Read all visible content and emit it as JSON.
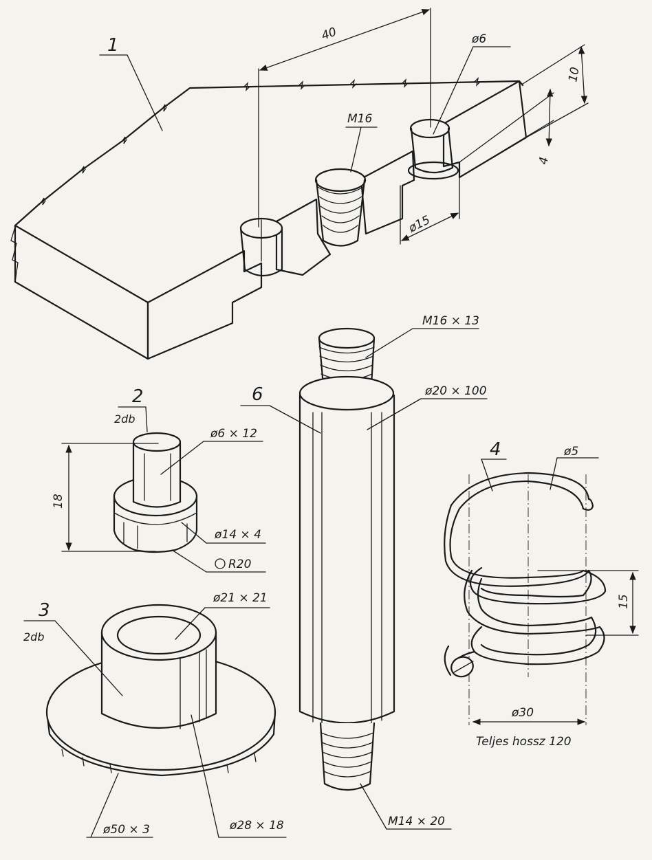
{
  "parts": {
    "base_plate": {
      "number": "1",
      "dim_40": "40",
      "dim_d6": "ø6",
      "dim_10": "10",
      "dim_m16": "M16",
      "dim_4": "4",
      "dim_d15": "ø15"
    },
    "pin": {
      "number": "2",
      "qty": "2db",
      "dim_shaft": "ø6 × 12",
      "dim_height": "18",
      "dim_collar": "ø14 × 4",
      "dim_radius": "R20"
    },
    "washer": {
      "number": "3",
      "qty": "2db",
      "dim_sleeve": "ø21 × 21",
      "dim_disc": "ø50 × 3",
      "dim_outer": "ø28 × 18"
    },
    "spring": {
      "number": "4",
      "dim_wire": "ø5",
      "dim_pitch": "15",
      "dim_coil": "ø30",
      "note": "Teljes hossz 120"
    },
    "rod": {
      "number": "6",
      "dim_top_thread": "M16 × 13",
      "dim_body": "ø20 × 100",
      "dim_bottom_thread": "M14 × 20"
    }
  }
}
